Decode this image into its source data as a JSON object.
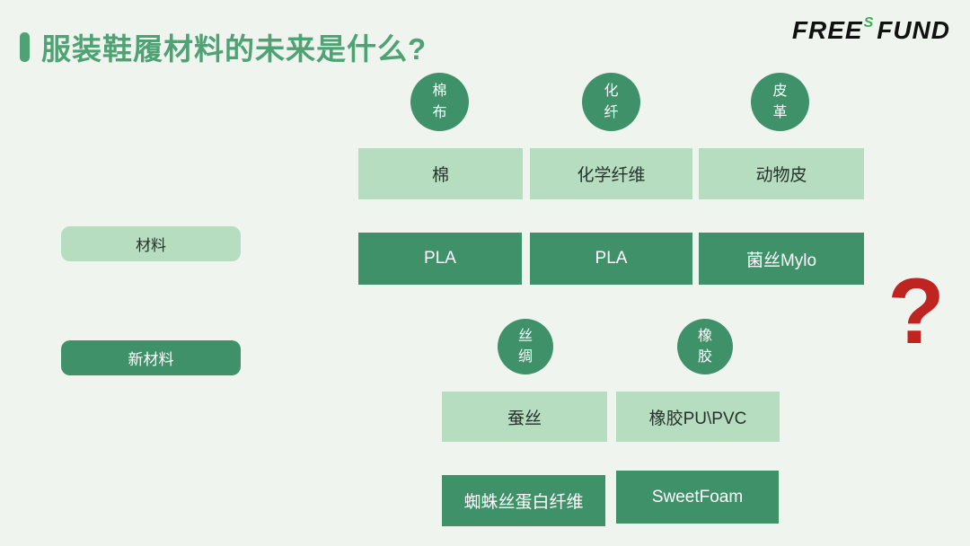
{
  "title": "服装鞋履材料的未来是什么?",
  "logo": {
    "free": "FREE",
    "sup": "S",
    "fund": "FUND"
  },
  "legend": {
    "material": "材料",
    "new_material": "新材料"
  },
  "question_mark": "?",
  "colors": {
    "background": "#EFF4EF",
    "title_green": "#4EA274",
    "dark_green": "#3F916A",
    "light_green": "#B6DDC0",
    "logo_black": "#111111",
    "logo_s_green": "#3FAE54",
    "red": "#BF2420",
    "box_text_dark": "#26332A"
  },
  "traditional_group": {
    "columns": [
      {
        "circle_line1": "棉",
        "circle_line2": "布",
        "material": "棉",
        "new_material": "PLA"
      },
      {
        "circle_line1": "化",
        "circle_line2": "纤",
        "material": "化学纤维",
        "new_material": "PLA"
      },
      {
        "circle_line1": "皮",
        "circle_line2": "革",
        "material": "动物皮",
        "new_material": "菌丝Mylo"
      }
    ]
  },
  "lower_group": {
    "columns": [
      {
        "circle_line1": "丝",
        "circle_line2": "绸",
        "material": "蚕丝",
        "new_material": "蜘蛛丝蛋白纤维"
      },
      {
        "circle_line1": "橡",
        "circle_line2": "胶",
        "material": "橡胶PU\\PVC",
        "new_material": "SweetFoam"
      }
    ]
  }
}
